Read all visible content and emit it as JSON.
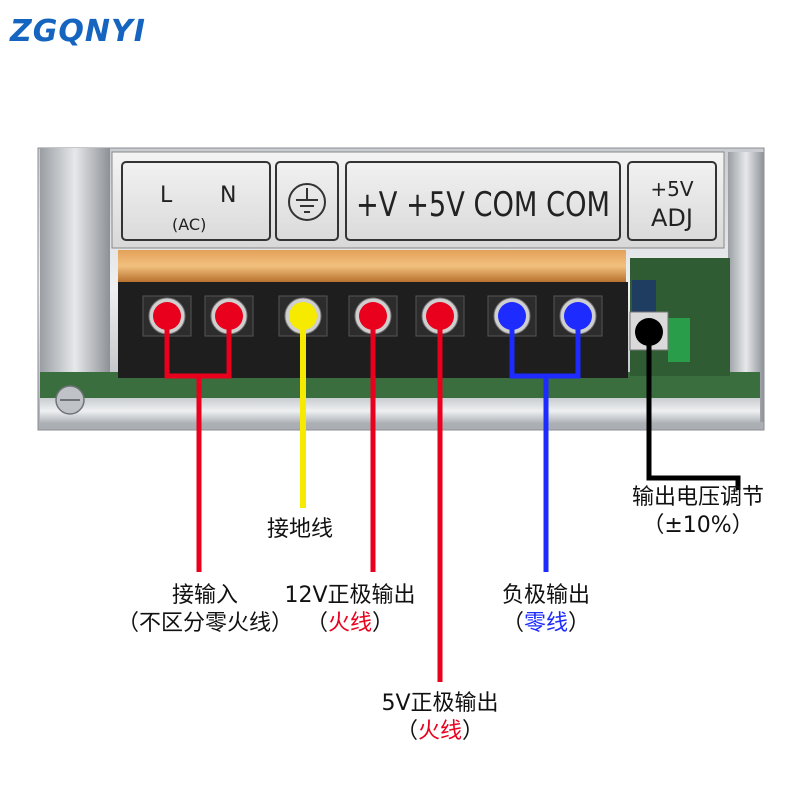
{
  "brand": {
    "name": "ZGQNYI",
    "color": "#1565c0"
  },
  "panel": {
    "ac_l": "L",
    "ac_n": "N",
    "ac_sub": "(AC)",
    "ground_icon": "ground-symbol-icon",
    "outputs": "+V +5V COM COM",
    "adj_top": "+5V",
    "adj_bottom": "ADJ"
  },
  "colors": {
    "live": "#e8001c",
    "ground": "#f5ea00",
    "neutral": "#1d2bff",
    "adjust": "#000000"
  },
  "labels": {
    "input_line1": "接输入",
    "input_line2": "（不区分零火线）",
    "ground": "接地线",
    "v12_line1": "12V正极输出",
    "v12_paren_open": "（",
    "v12_colored": "火线",
    "v12_paren_close": "）",
    "v5_line1": "5V正极输出",
    "v5_paren_open": "（",
    "v5_colored": "火线",
    "v5_paren_close": "）",
    "neg_line1": "负极输出",
    "neg_paren_open": "（",
    "neg_colored": "零线",
    "neg_paren_close": "）",
    "adj_line1": "输出电压调节",
    "adj_line2": "（±10%）"
  }
}
